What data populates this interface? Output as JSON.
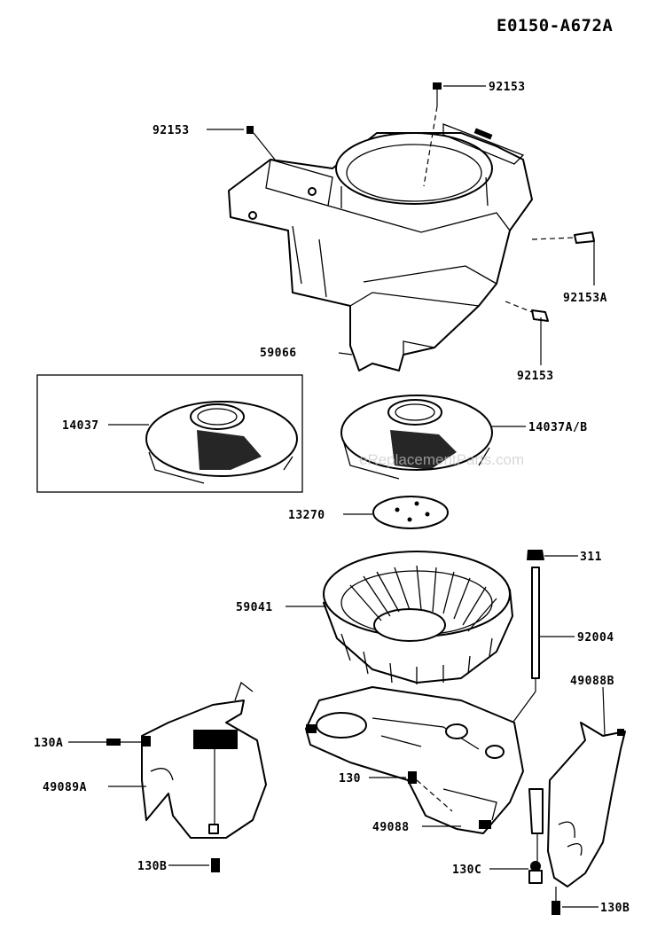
{
  "diagram_code": "E0150-A672A",
  "watermark": "eReplacementParts.com",
  "parts": {
    "p92153_top": "92153",
    "p92153_left": "92153",
    "p92153A": "92153A",
    "p92153_lower": "92153",
    "p59066": "59066",
    "p14037": "14037",
    "p14037AB": "14037A/B",
    "p13270": "13270",
    "p311": "311",
    "p59041": "59041",
    "p92004": "92004",
    "p49088B": "49088B",
    "p130A": "130A",
    "p49089A": "49089A",
    "p130": "130",
    "p49088": "49088",
    "p130B_left": "130B",
    "p130C": "130C",
    "p130B_right": "130B"
  }
}
